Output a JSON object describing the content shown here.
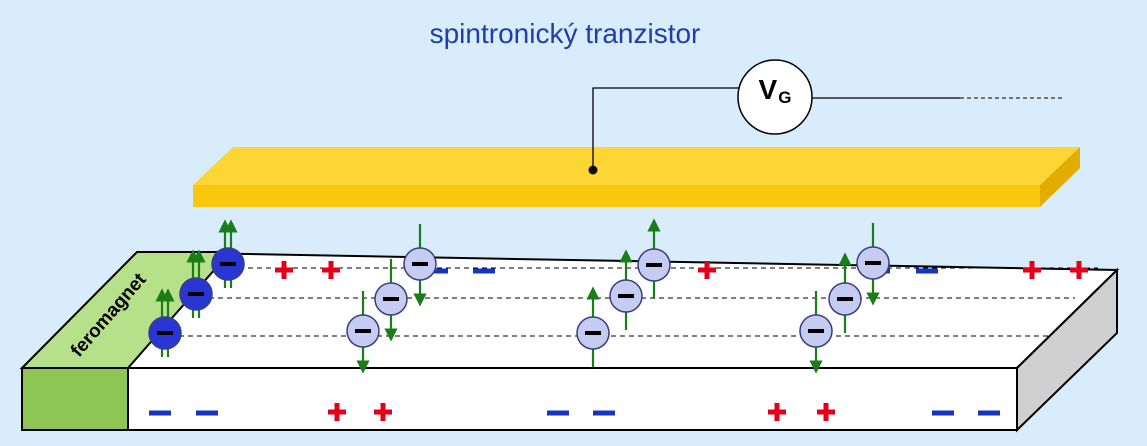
{
  "title": "spintronický tranzistor",
  "gate_voltage": {
    "symbol": "V",
    "subscript": "G"
  },
  "ferromagnet_label": "feromagnet",
  "signs": {
    "positive": "+",
    "negative": "−"
  },
  "colors": {
    "background": "#d8ecfb",
    "title": "#1f3ea8",
    "gate_plate": "#f9c80e",
    "ferromagnet": "#a5d86a",
    "positive_charge": "#e3001b",
    "negative_charge": "#1533c5",
    "electron_light": "#c6cbf2",
    "electron_dark": "#2a36d4",
    "spin_arrow": "#1a7d1a"
  }
}
